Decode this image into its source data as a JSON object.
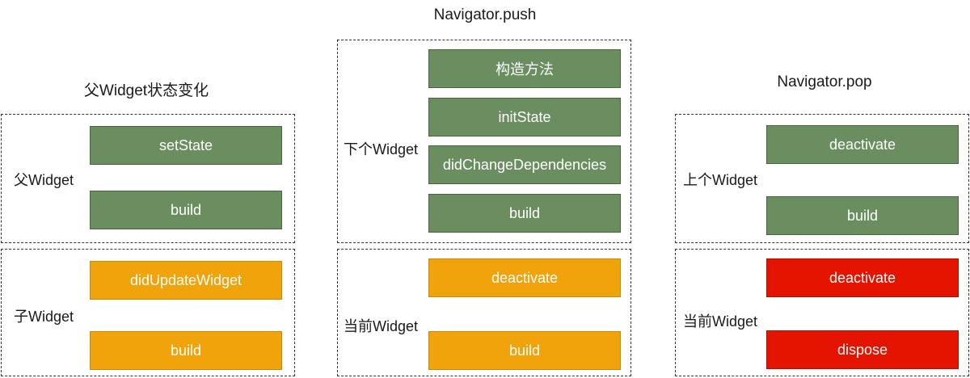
{
  "titles": {
    "left": "父Widget状态变化",
    "middle": "Navigator.push",
    "right": "Navigator.pop"
  },
  "left": {
    "top": {
      "label": "父Widget",
      "steps": [
        "setState",
        "build"
      ]
    },
    "bottom": {
      "label": "子Widget",
      "steps": [
        "didUpdateWidget",
        "build"
      ]
    }
  },
  "middle": {
    "top": {
      "label": "下个Widget",
      "steps": [
        "构造方法",
        "initState",
        "didChangeDependencies",
        "build"
      ]
    },
    "bottom": {
      "label": "当前Widget",
      "steps": [
        "deactivate",
        "build"
      ]
    }
  },
  "right": {
    "top": {
      "label": "上个Widget",
      "steps": [
        "deactivate",
        "build"
      ]
    },
    "bottom": {
      "label": "当前Widget",
      "steps": [
        "deactivate",
        "dispose"
      ]
    }
  },
  "colors": {
    "green": "#6b8e61",
    "orange": "#f0a30a",
    "red": "#e51400"
  }
}
